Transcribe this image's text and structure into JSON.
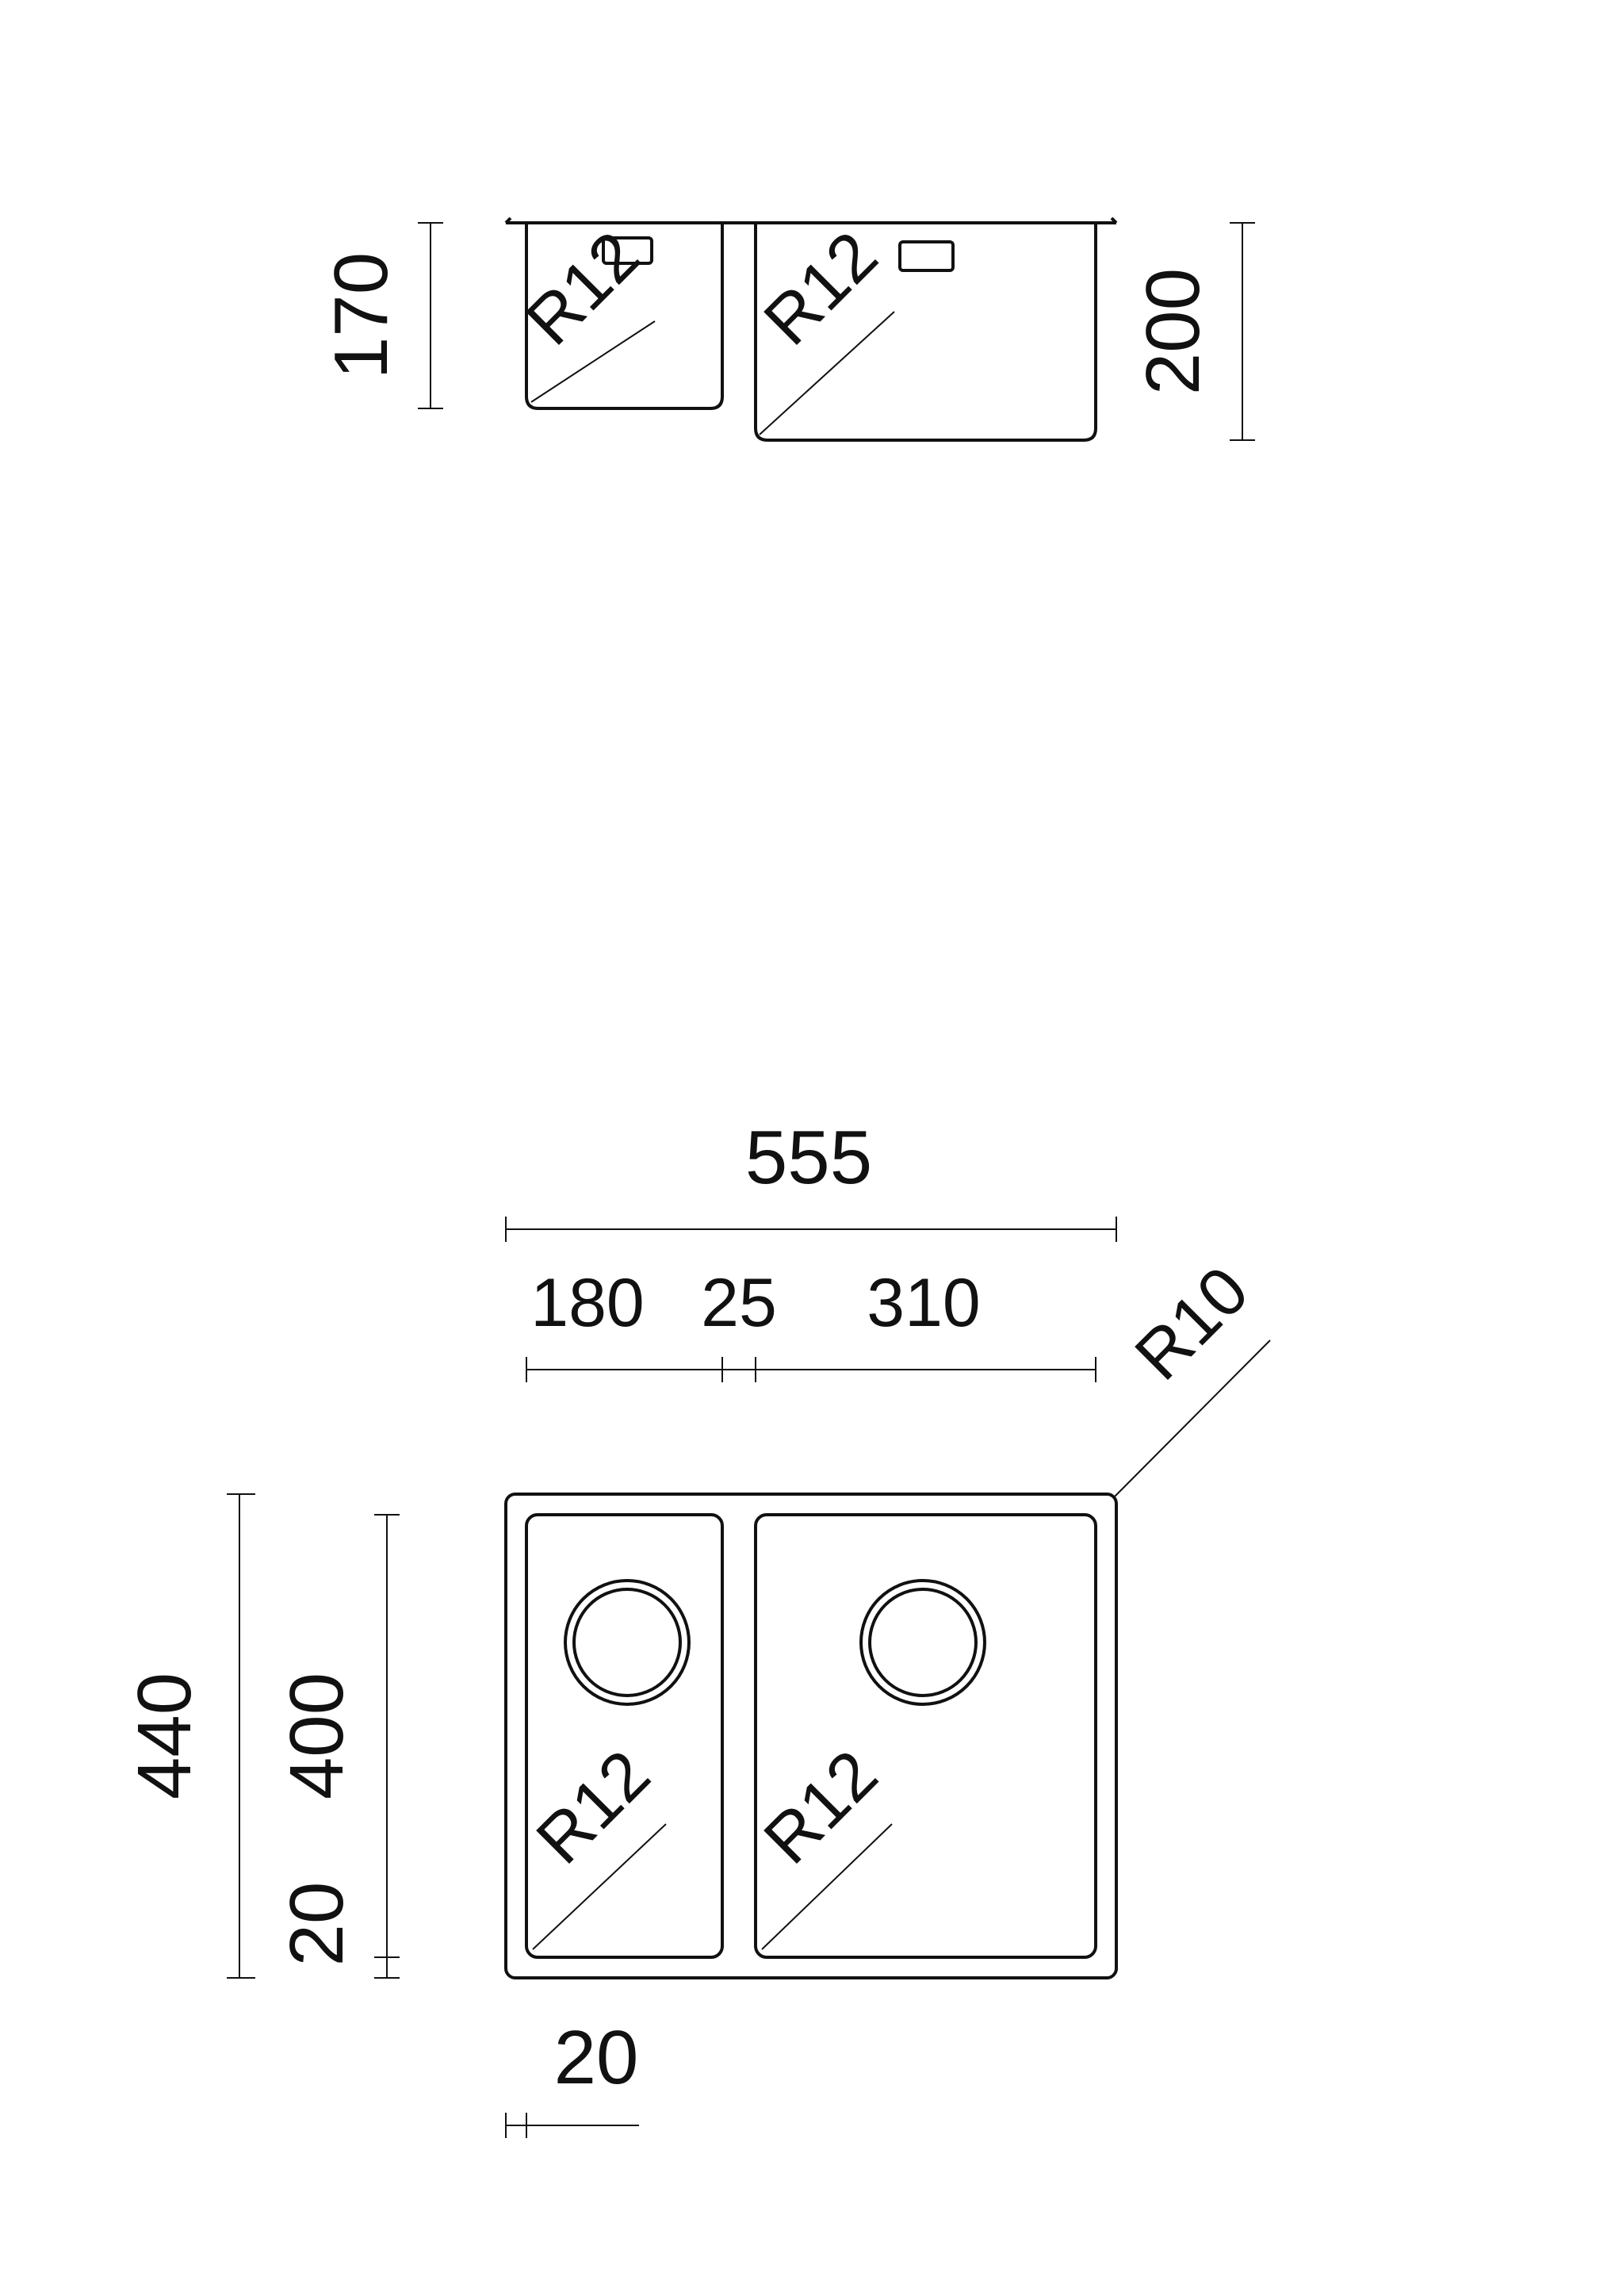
{
  "side_view": {
    "left_bowl": {
      "depth": "170",
      "radius": "R12"
    },
    "right_bowl": {
      "depth": "200",
      "radius": "R12"
    }
  },
  "top_view": {
    "overall_width": "555",
    "segments": {
      "left_bowl": "180",
      "divider": "25",
      "right_bowl": "310"
    },
    "outer_radius": "R10",
    "overall_depth": "440",
    "inner_depth": "400",
    "rim_bottom": "20",
    "rim_left": "20",
    "left_bowl_radius": "R12",
    "right_bowl_radius": "R12"
  },
  "colors": {
    "line": "#111111",
    "background": "#ffffff"
  }
}
